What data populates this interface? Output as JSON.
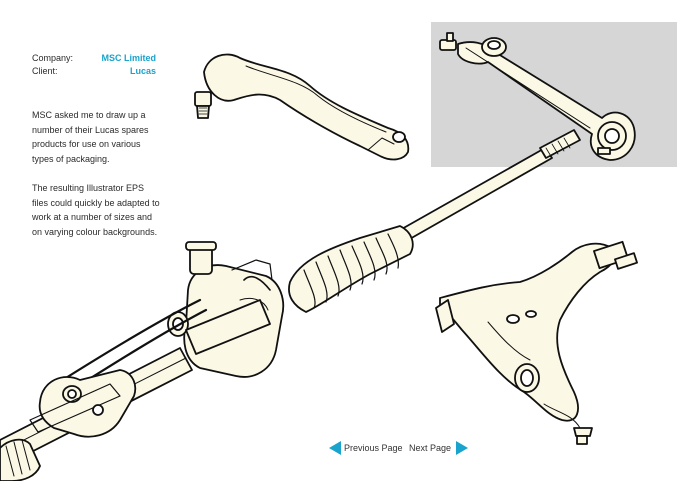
{
  "info": {
    "company_label": "Company:",
    "company_value": "MSC Limited",
    "client_label": "Client:",
    "client_value": "Lucas"
  },
  "description": {
    "p1": "MSC asked me to draw up a number of their Lucas spares products for use on various types of packaging.",
    "p2": "The resulting Illustrator EPS files could quickly be adapted to work at a number of sizes and on varying colour backgrounds."
  },
  "nav": {
    "prev_label": "Previous Page",
    "next_label": "Next Page"
  },
  "colors": {
    "accent": "#1aa3cc",
    "part_fill": "#fbf8e6",
    "highlight_box": "#d6d6d6"
  }
}
